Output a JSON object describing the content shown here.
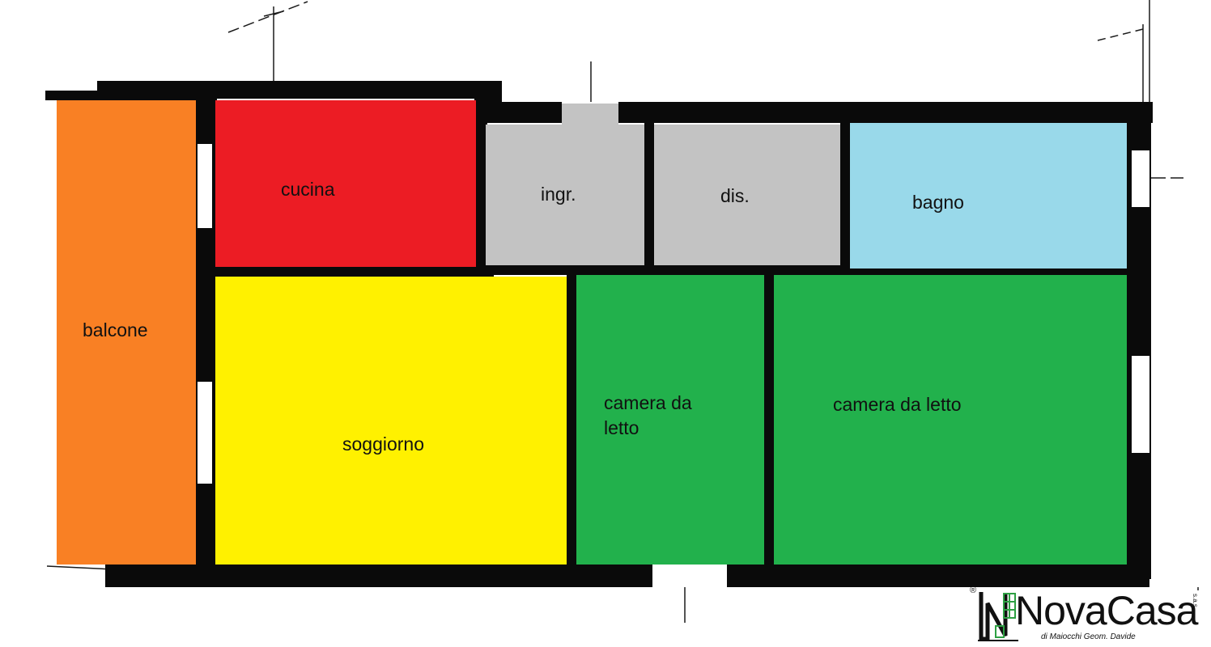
{
  "rooms": {
    "balcone": {
      "label": "balcone",
      "color": "#f98024"
    },
    "cucina": {
      "label": "cucina",
      "color": "#ec1c24"
    },
    "ingresso": {
      "label": "ingr.",
      "color": "#c3c3c3"
    },
    "disimpegno": {
      "label": "dis.",
      "color": "#c3c3c3"
    },
    "bagno": {
      "label": "bagno",
      "color": "#99d9ea"
    },
    "soggiorno": {
      "label": "soggiorno",
      "color": "#fff100"
    },
    "camera_1": {
      "label_line1": "camera da",
      "label_line2": "letto",
      "color": "#22b14c"
    },
    "camera_2": {
      "label": "camera da letto",
      "color": "#22b14c"
    }
  },
  "colors": {
    "wall": "#0a0a0a",
    "drafting_line": "#1a1a1a"
  },
  "logo": {
    "registered": "®",
    "name": "NovaCasa",
    "suffix": "s.a.s.",
    "subtitle": "di Maiocchi Geom. Davide",
    "icon": "building-icon",
    "accent": "#2ea043"
  }
}
